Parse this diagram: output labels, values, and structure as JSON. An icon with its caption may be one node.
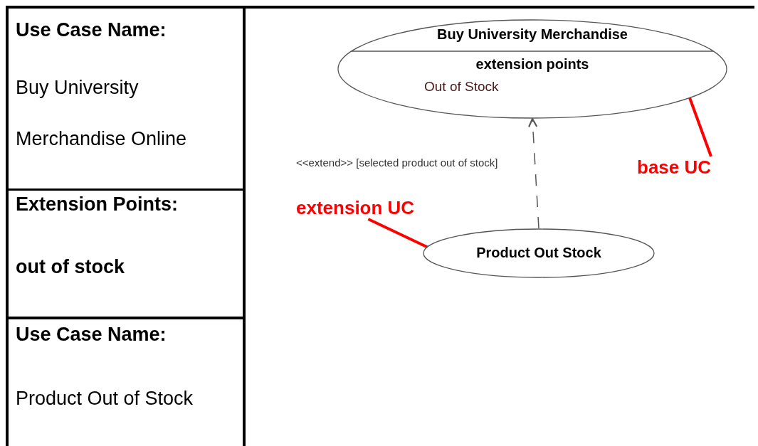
{
  "diagram": {
    "nodes": [
      {
        "text": [
          "Buy University Merchandise",
          "extension points",
          "Out of Stock"
        ]
      },
      {
        "text": [
          "Product Out Stock"
        ]
      },
      {
        "text": [
          "base UC"
        ]
      },
      {
        "text": [
          "extension UC"
        ]
      }
    ],
    "edges": [
      {
        "from": 1,
        "to": 0,
        "arrow": "to",
        "style": "dashed",
        "color": "#555555",
        "label": "<<extend>> [selected product out of stock]"
      },
      {
        "from": 2,
        "to": 0,
        "arrow": "none"
      },
      {
        "from": 3,
        "to": 1,
        "arrow": "none"
      }
    ],
    "labels": [
      "Use Case Name:",
      "Buy University Merchandise Online",
      "Extension Points:",
      "out of stock",
      "Use Case Name:",
      "Product Out of Stock"
    ]
  }
}
